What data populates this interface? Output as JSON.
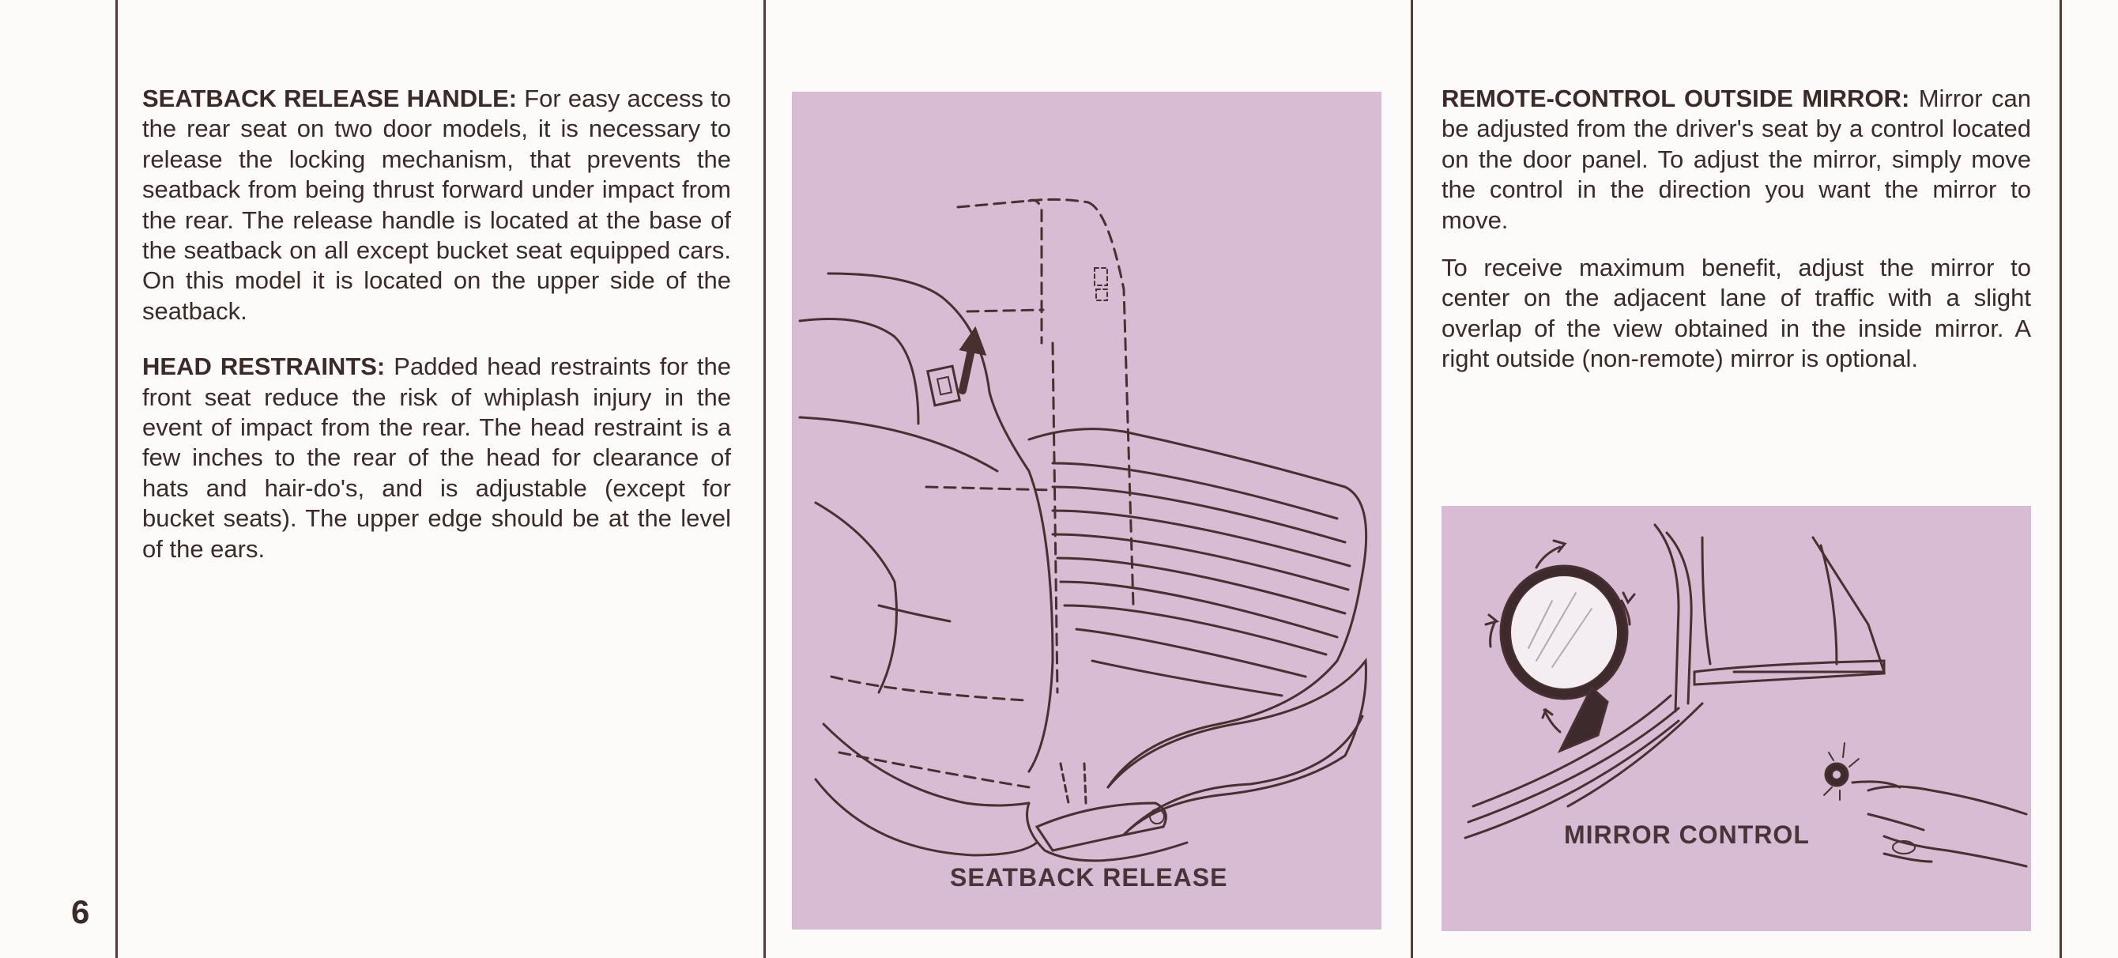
{
  "page_number": "6",
  "left_column": {
    "seatback": {
      "heading": "SEATBACK RELEASE HANDLE:",
      "body": "For easy access to the rear seat on two door models, it is necessary to release the locking mechanism, that prevents the seatback from being thrust forward under impact from the rear. The release handle is located at the base of the seatback on all except bucket seat equipped cars. On this model it is located on the upper side of the seatback."
    },
    "head_restraints": {
      "heading": "HEAD RESTRAINTS:",
      "body": "Padded head restraints for the front seat reduce the risk of whiplash injury in the event of impact from the rear. The head restraint is a few inches to the rear of the head for clearance of hats and hair-do's, and is adjustable (except for bucket seats). The upper edge should be at the level of the ears."
    }
  },
  "center_panel": {
    "caption": "SEATBACK RELEASE"
  },
  "right_column": {
    "mirror": {
      "heading": "REMOTE-CONTROL OUTSIDE MIRROR:",
      "body": "Mirror can be adjusted from the driver's seat by a control located on the door panel. To adjust the mirror, simply move the control in the direction you want the mirror to move."
    },
    "benefit": {
      "body": "To receive maximum benefit, adjust the mirror to center on the adjacent lane of traffic with a slight overlap of the view obtained in the inside mirror. A right outside (non-remote) mirror is optional."
    },
    "panel_caption": "MIRROR CONTROL"
  },
  "colors": {
    "panel": "#d7bcd4",
    "ink": "#3a2a28",
    "rule": "#5a3a36"
  }
}
